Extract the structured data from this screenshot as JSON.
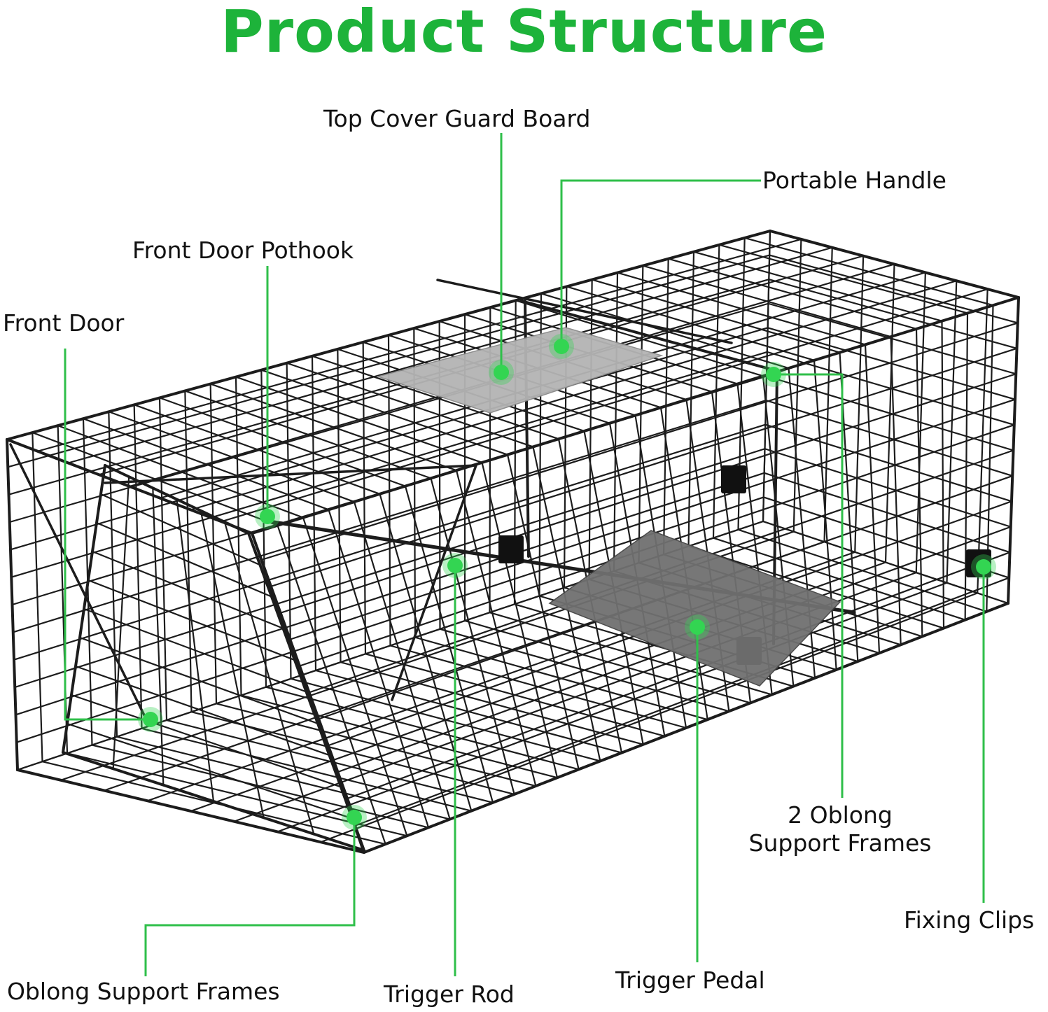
{
  "title": "Product Structure",
  "colors": {
    "title": "#1db33a",
    "callout_line": "#2fbf4a",
    "callout_dot": "#33d552",
    "wire": "#1c1c1c",
    "plate": "#b4b4b4",
    "pedal": "#707070",
    "clip": "#111111"
  },
  "labels": {
    "top_cover_guard_board": "Top Cover Guard Board",
    "portable_handle": "Portable Handle",
    "front_door_pothook": "Front Door Pothook",
    "front_door": "Front Door",
    "oblong_support_frames_2_line1": "2 Oblong",
    "oblong_support_frames_2_line2": "Support Frames",
    "fixing_clips": "Fixing Clips",
    "oblong_support_frames": "Oblong Support Frames",
    "trigger_rod": "Trigger Rod",
    "trigger_pedal": "Trigger Pedal"
  }
}
